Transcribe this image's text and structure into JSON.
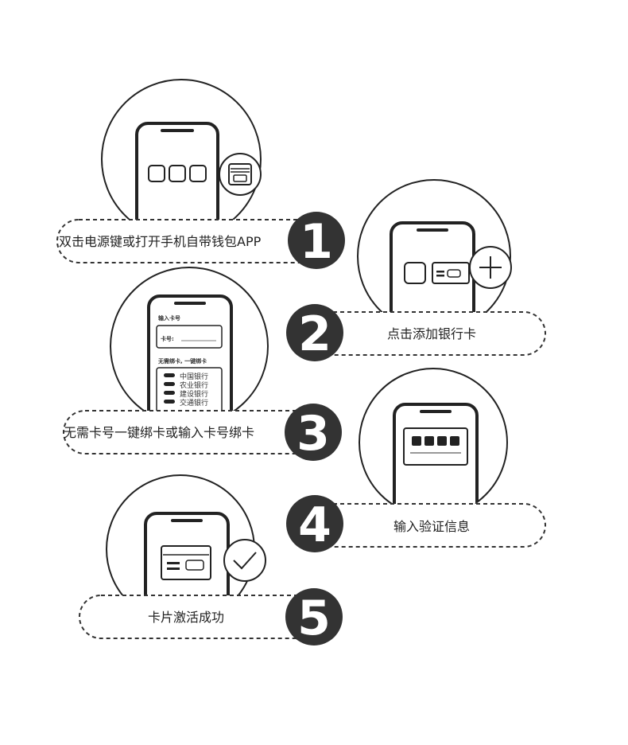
{
  "steps": [
    {
      "number": "1",
      "label": "双击电源键或打开手机自带钱包APP"
    },
    {
      "number": "2",
      "label": "点击添加银行卡"
    },
    {
      "number": "3",
      "label": "无需卡号一键绑卡或输入卡号绑卡"
    },
    {
      "number": "4",
      "label": "输入验证信息"
    },
    {
      "number": "5",
      "label": "卡片激活成功"
    }
  ],
  "bind_screen": {
    "title": "输入卡号",
    "card_field_label": "卡号:",
    "one_click_heading": "无需绑卡, 一键绑卡",
    "banks": [
      "中国银行",
      "农业银行",
      "建设银行",
      "交通银行"
    ]
  },
  "icons": [
    "wallet-icon",
    "plus-icon",
    "check-icon"
  ],
  "colors": {
    "number_circle": "#333333",
    "outline": "#222222",
    "background": "#ffffff"
  }
}
